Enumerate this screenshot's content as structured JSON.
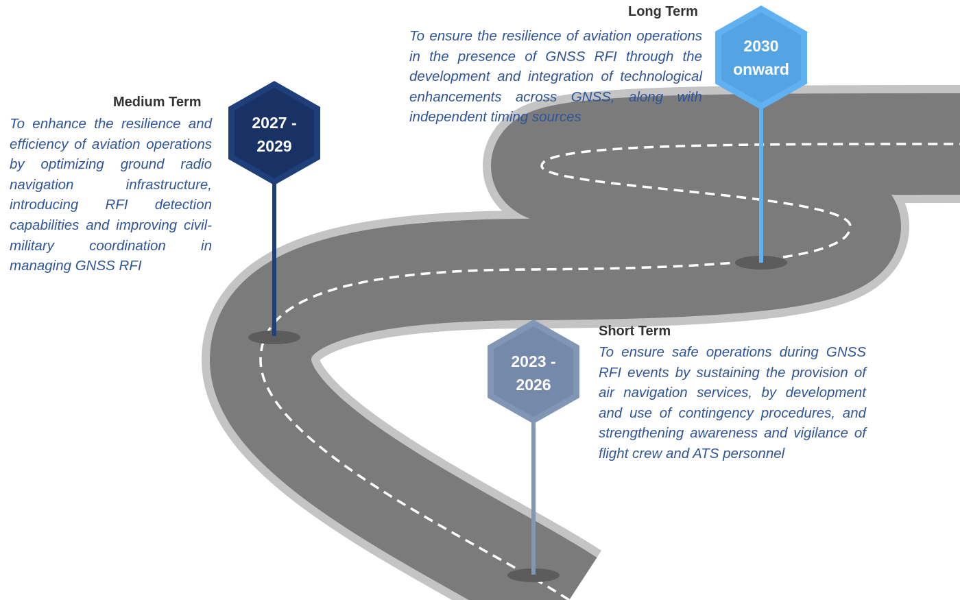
{
  "colors": {
    "road_edge": "#c4c4c4",
    "road_surface": "#7b7b7b",
    "center_line": "#ffffff",
    "medium_term": "#1f3f7a",
    "long_term": "#5fb1ef",
    "short_term": "#8196b5",
    "description_text": "#2f5597"
  },
  "milestones": {
    "medium": {
      "title": "Medium Term",
      "years_line1": "2027 -",
      "years_line2": "2029",
      "description": "To enhance the resilience and efficiency of aviation operations by optimizing ground radio navigation infrastructure, introducing RFI detection capabilities and improving civil-military coordination in managing GNSS RFI"
    },
    "long": {
      "title": "Long Term",
      "years_line1": "2030",
      "years_line2": "onward",
      "description": "To ensure the resilience of aviation operations in the presence of GNSS RFI through the development and integration of technological enhancements across GNSS, along with independent timing sources"
    },
    "short": {
      "title": "Short Term",
      "years_line1": "2023 -",
      "years_line2": "2026",
      "description": "To ensure safe operations during GNSS RFI events by sustaining the provision of air navigation services, by development and use of contingency procedures, and strengthening awareness and vigilance of flight crew and ATS personnel"
    }
  }
}
